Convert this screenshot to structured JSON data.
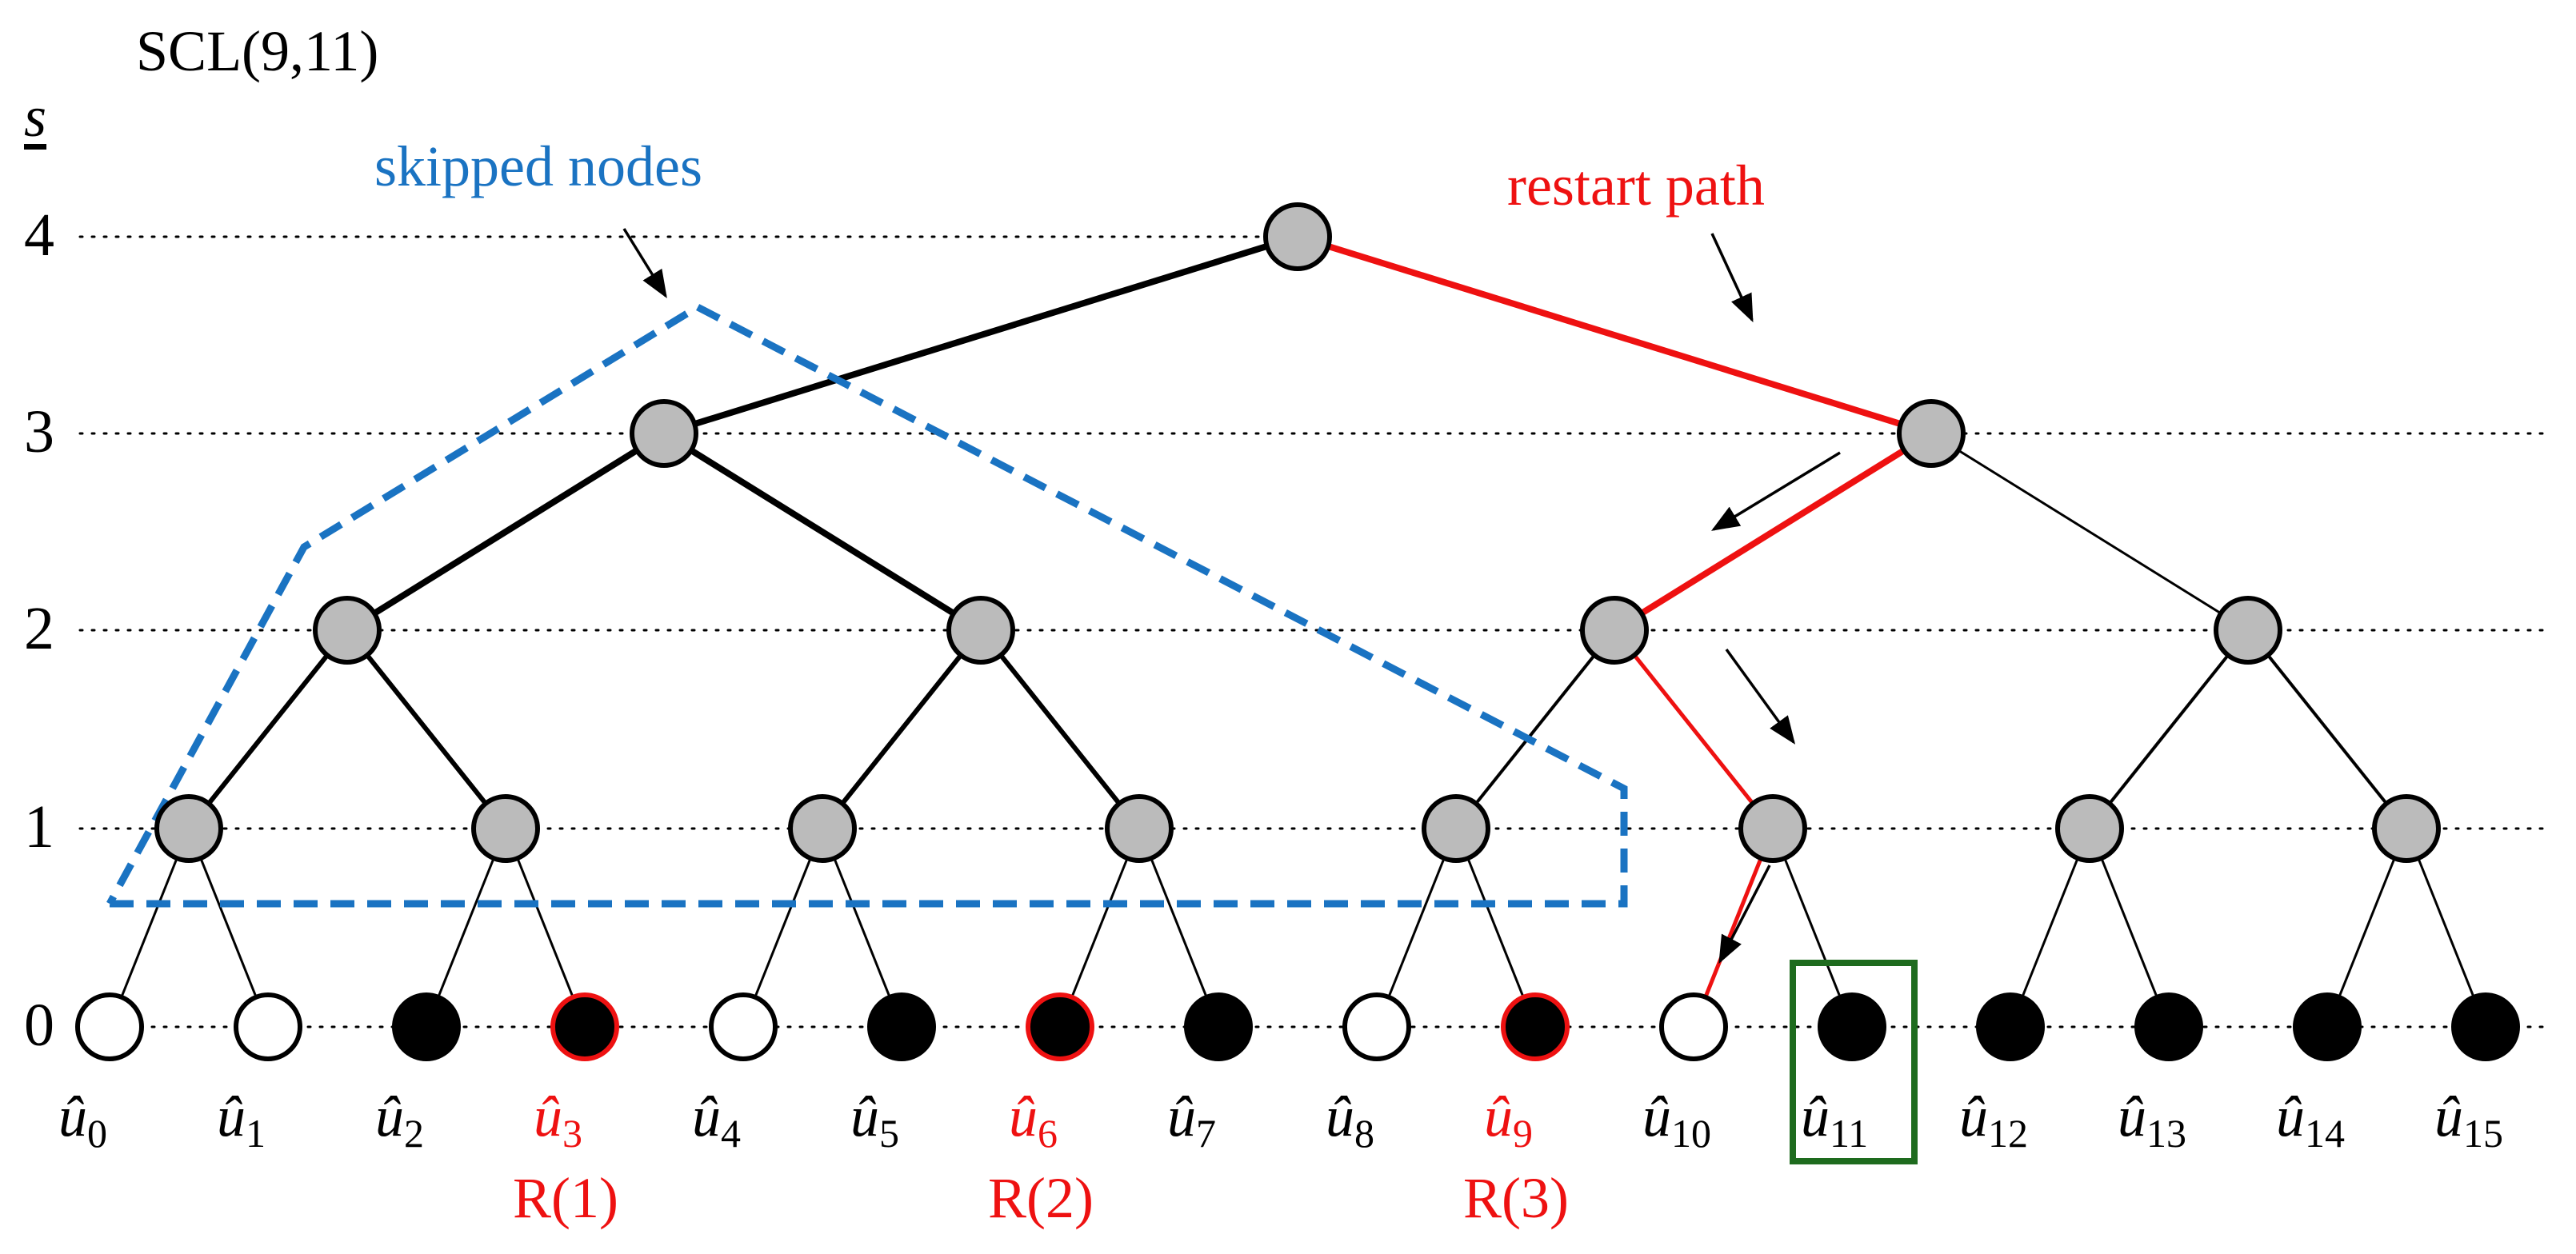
{
  "title": "SCL(9,11)",
  "axis_label": "s",
  "levels": [
    "0",
    "1",
    "2",
    "3",
    "4"
  ],
  "annotations": {
    "skipped": "skipped nodes",
    "restart": "restart path"
  },
  "leaves": [
    {
      "label": "û",
      "sub": "0",
      "fill": "white"
    },
    {
      "label": "û",
      "sub": "1",
      "fill": "white"
    },
    {
      "label": "û",
      "sub": "2",
      "fill": "black"
    },
    {
      "label": "û",
      "sub": "3",
      "fill": "black",
      "highlight": true
    },
    {
      "label": "û",
      "sub": "4",
      "fill": "white"
    },
    {
      "label": "û",
      "sub": "5",
      "fill": "black"
    },
    {
      "label": "û",
      "sub": "6",
      "fill": "black",
      "highlight": true
    },
    {
      "label": "û",
      "sub": "7",
      "fill": "black"
    },
    {
      "label": "û",
      "sub": "8",
      "fill": "white"
    },
    {
      "label": "û",
      "sub": "9",
      "fill": "black",
      "highlight": true
    },
    {
      "label": "û",
      "sub": "10",
      "fill": "white"
    },
    {
      "label": "û",
      "sub": "11",
      "fill": "black",
      "boxed": true
    },
    {
      "label": "û",
      "sub": "12",
      "fill": "black"
    },
    {
      "label": "û",
      "sub": "13",
      "fill": "black"
    },
    {
      "label": "û",
      "sub": "14",
      "fill": "black"
    },
    {
      "label": "û",
      "sub": "15",
      "fill": "black"
    }
  ],
  "restart_points": [
    {
      "leaf": 3,
      "label": "R(1)"
    },
    {
      "leaf": 6,
      "label": "R(2)"
    },
    {
      "leaf": 9,
      "label": "R(3)"
    }
  ],
  "colors": {
    "node_gray": "#bbbbbb",
    "restart": "#ee1111",
    "skipped": "#1a73c2",
    "box": "#1e6b1e",
    "edge": "#000000"
  }
}
